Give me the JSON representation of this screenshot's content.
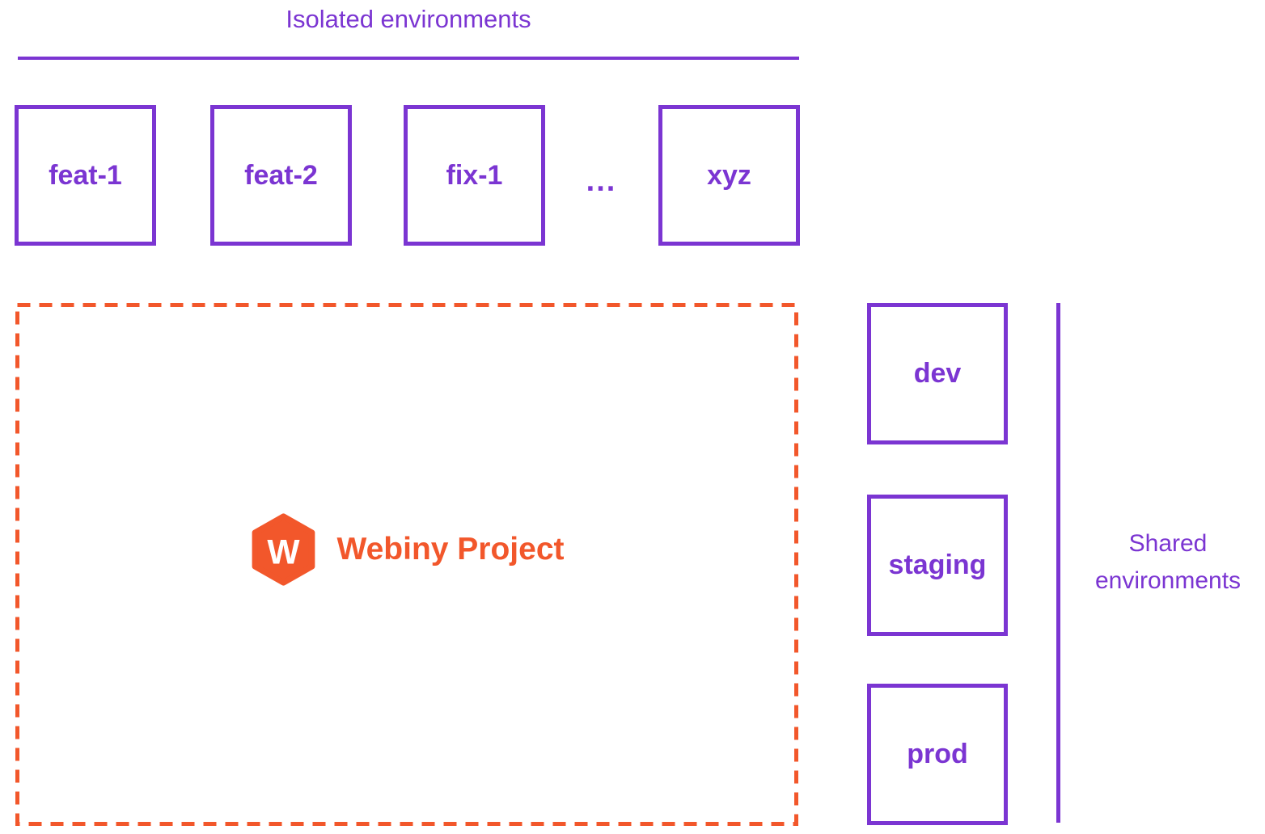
{
  "colors": {
    "purple": "#7b35d2",
    "orange": "#f2572b",
    "background": "#ffffff"
  },
  "isolated_environments": {
    "title": "Isolated environments",
    "boxes": [
      "feat-1",
      "feat-2",
      "fix-1",
      "xyz"
    ],
    "ellipsis": "..."
  },
  "webiny_project": {
    "name": "Webiny Project",
    "logo_letter": "W"
  },
  "shared_environments": {
    "title": "Shared environments",
    "boxes": [
      "dev",
      "staging",
      "prod"
    ]
  }
}
